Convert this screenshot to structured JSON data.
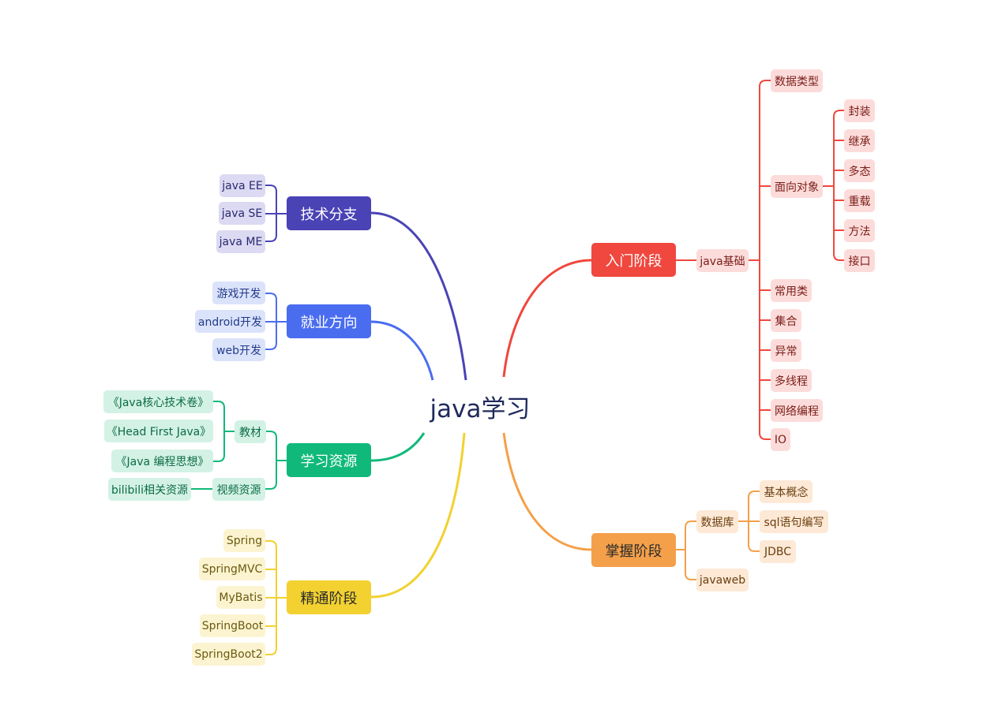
{
  "root": {
    "label": "java学习",
    "color": "#1f2a5c"
  },
  "branches": {
    "tech": {
      "label": "技术分支",
      "color": "#4a43b5",
      "light": "#dcdaf2",
      "text": "#2a2870",
      "items": [
        "java EE",
        "java SE",
        "java ME"
      ]
    },
    "jobs": {
      "label": "就业方向",
      "color": "#4a6df0",
      "light": "#dbe3fb",
      "text": "#233a8a",
      "items": [
        "游戏开发",
        "android开发",
        "web开发"
      ]
    },
    "resources": {
      "label": "学习资源",
      "color": "#10b97a",
      "light": "#d3f2e5",
      "text": "#0d6b47",
      "textbooks": {
        "label": "教材",
        "items": [
          "《Java核心技术卷》",
          "《Head First Java》",
          "《Java 编程思想》"
        ]
      },
      "videos": {
        "label": "视频资源",
        "items": [
          "bilibili相关资源"
        ]
      }
    },
    "mastery": {
      "label": "精通阶段",
      "color": "#f2d130",
      "light": "#fcf4d0",
      "text": "#6b5a10",
      "items": [
        "Spring",
        "SpringMVC",
        "MyBatis",
        "SpringBoot",
        "SpringBoot2"
      ]
    },
    "intro": {
      "label": "入门阶段",
      "color": "#f0473e",
      "light": "#fcdcda",
      "text": "#7a1d18",
      "basics": {
        "label": "java基础",
        "items": [
          "数据类型",
          "面向对象",
          "常用类",
          "集合",
          "异常",
          "多线程",
          "网络编程",
          "IO"
        ],
        "oop": [
          "封装",
          "继承",
          "多态",
          "重载",
          "方法",
          "接口"
        ]
      }
    },
    "grasp": {
      "label": "掌握阶段",
      "color": "#f4a04a",
      "light": "#fde9d6",
      "text": "#6b3f10",
      "database": {
        "label": "数据库",
        "items": [
          "基本概念",
          "sql语句编写",
          "JDBC"
        ]
      },
      "javaweb": {
        "label": "javaweb"
      }
    }
  }
}
